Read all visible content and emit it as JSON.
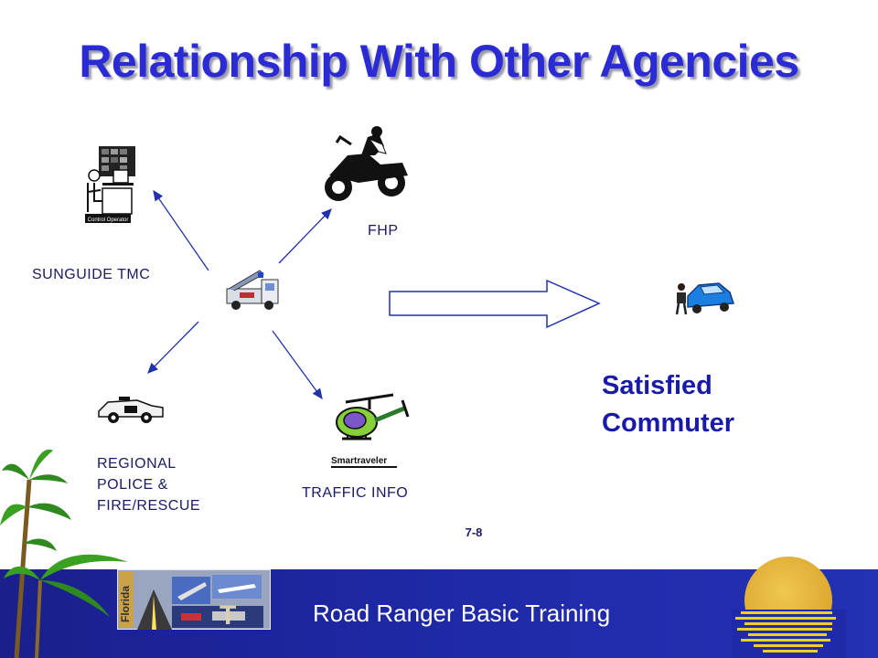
{
  "title": "Relationship With Other Agencies",
  "nodes": {
    "sunguide": {
      "label": "SUNGUIDE TMC",
      "caption": "Control Operator"
    },
    "fhp": {
      "label": "FHP"
    },
    "regional": {
      "label_lines": [
        "REGIONAL",
        "POLICE &",
        "FIRE/RESCUE"
      ]
    },
    "traffic": {
      "label": "TRAFFIC INFO",
      "caption": "Smartraveler"
    }
  },
  "outcome": {
    "lines": [
      "Satisfied",
      "Commuter"
    ]
  },
  "page_number": "7-8",
  "footer": {
    "text": "Road Ranger Basic Training",
    "logo_text": "Florida"
  },
  "colors": {
    "title": "#2b2bd6",
    "arrow": "#2233aa",
    "footer": "#1f2aa8",
    "sun": "#e0b030"
  },
  "icons": [
    "control-operator-icon",
    "motorcycle-icon",
    "tow-truck-icon",
    "police-car-icon",
    "helicopter-icon",
    "car-with-commuter-icon",
    "palm-tree-icon",
    "sun-icon",
    "fdot-logo-icon"
  ]
}
